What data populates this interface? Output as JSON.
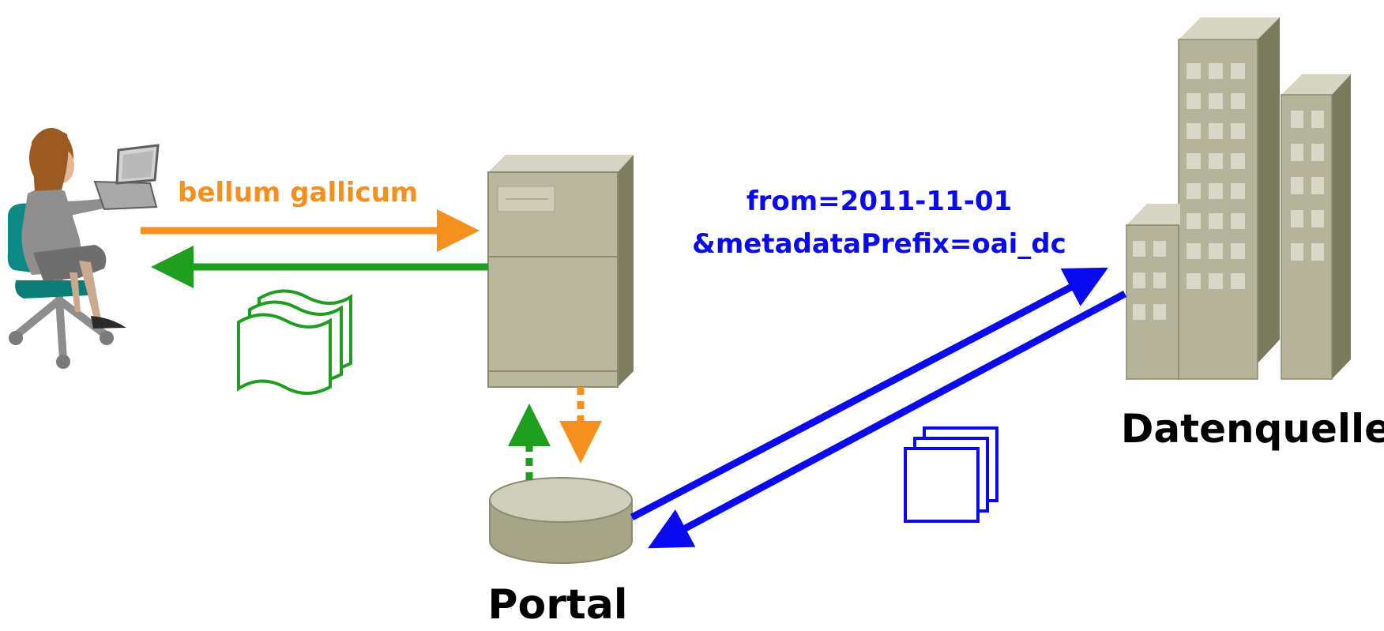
{
  "query_label": "bellum gallicum",
  "harvest_request": {
    "line1": "from=2011-11-01",
    "line2": "&metadataPrefix=oai_dc"
  },
  "portal_label": "Portal",
  "source_label": "Datenquelle",
  "colors": {
    "query": "#f5901e",
    "result": "#1e9e1e",
    "harvest": "#0a0af0",
    "server_front": "#b9b79e",
    "server_side": "#7f7e5f",
    "server_top": "#d6d5c4",
    "building_front": "#b5b49a",
    "building_side": "#7a7a5c",
    "window": "#d9d8c8"
  }
}
